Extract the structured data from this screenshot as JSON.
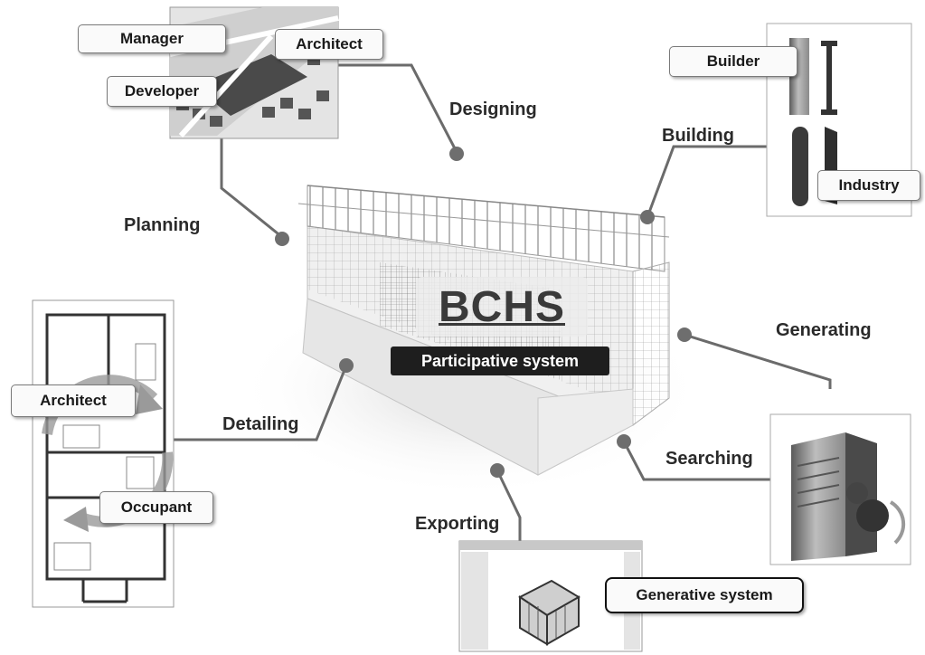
{
  "center": {
    "title": "BCHS",
    "subtitle": "Participative system"
  },
  "stages": {
    "designing": "Designing",
    "building": "Building",
    "planning": "Planning",
    "generating": "Generating",
    "detailing": "Detailing",
    "searching": "Searching",
    "exporting": "Exporting"
  },
  "actors": {
    "manager": "Manager",
    "architect_top": "Architect",
    "developer": "Developer",
    "builder": "Builder",
    "industry": "Industry",
    "architect_plan": "Architect",
    "occupant": "Occupant",
    "generative_system": "Generative system"
  },
  "colors": {
    "connector": "#6b6b6b",
    "dot": "#6e6e6e",
    "label_text": "#2a2a2a"
  }
}
